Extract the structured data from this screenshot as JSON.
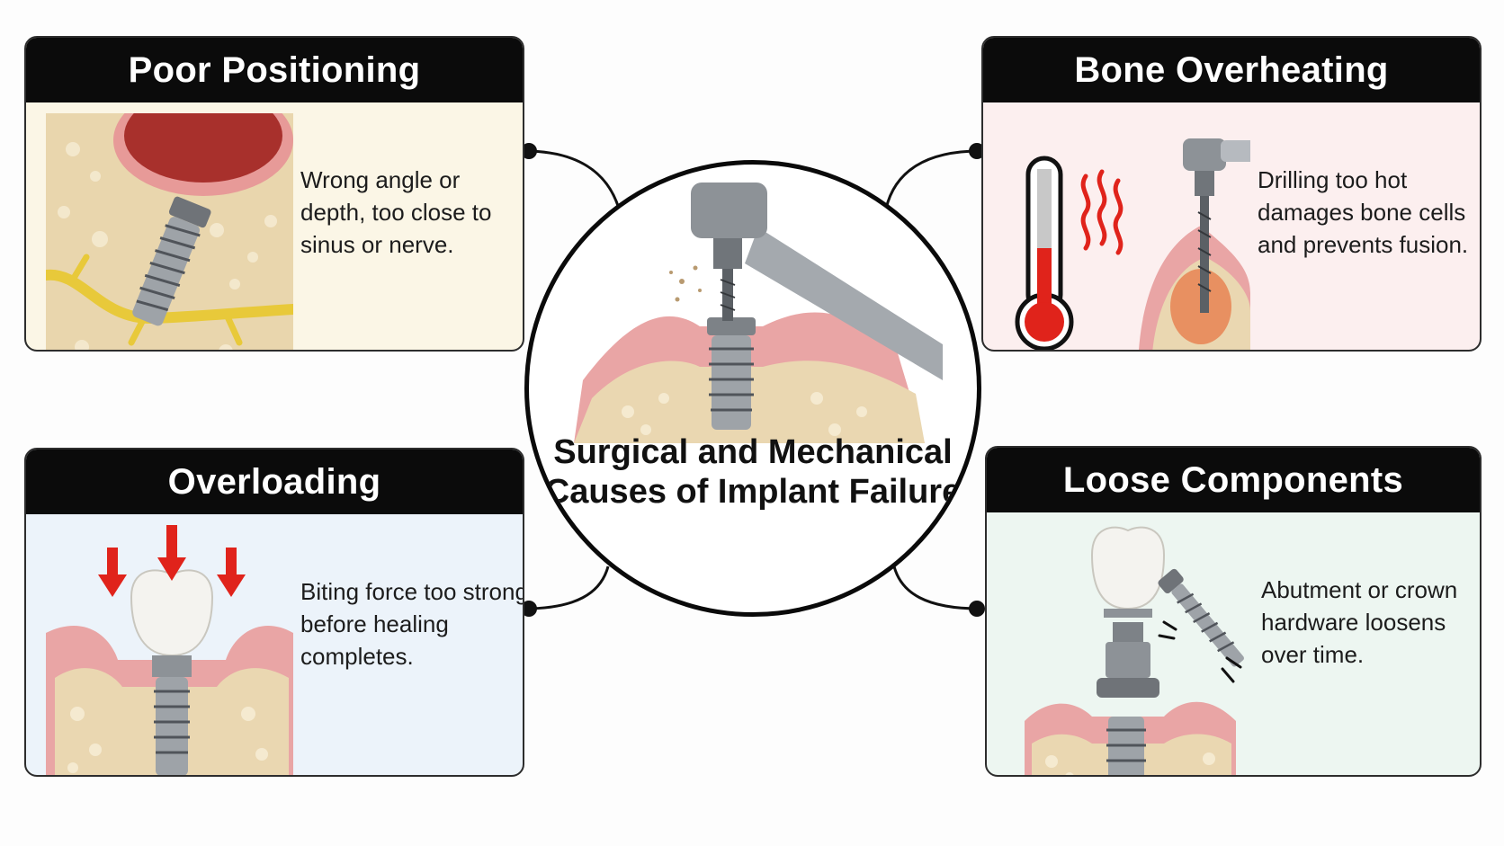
{
  "center": {
    "title": "Surgical and Mechanical Causes of Implant Failure"
  },
  "cards": [
    {
      "id": "poor-positioning",
      "title": "Poor Positioning",
      "description": "Wrong angle or depth, too close to sinus or nerve.",
      "background": "#fbf6e6"
    },
    {
      "id": "bone-overheating",
      "title": "Bone Overheating",
      "description": "Drilling too hot damages bone cells and prevents fusion.",
      "background": "#fcefef"
    },
    {
      "id": "overloading",
      "title": "Overloading",
      "description": "Biting force too strong before healing completes.",
      "background": "#ecf3fa"
    },
    {
      "id": "loose-components",
      "title": "Loose Components",
      "description": "Abutment or crown hardware loosens over time.",
      "background": "#edf6f1"
    }
  ],
  "colors": {
    "header": "#0b0b0b",
    "bone": "#ead7b1",
    "gum": "#e9a5a5",
    "metal": "#9ea3a8",
    "nerve": "#e8c93a",
    "heat": "#e0231b",
    "force_arrow": "#e0231b"
  },
  "icons": [
    "handpiece-drill-icon",
    "implant-screw-icon",
    "thermometer-icon",
    "heat-waves-icon",
    "force-arrow-icon",
    "crown-icon",
    "abutment-icon",
    "loose-screw-icon",
    "nerve-icon",
    "sinus-icon"
  ]
}
